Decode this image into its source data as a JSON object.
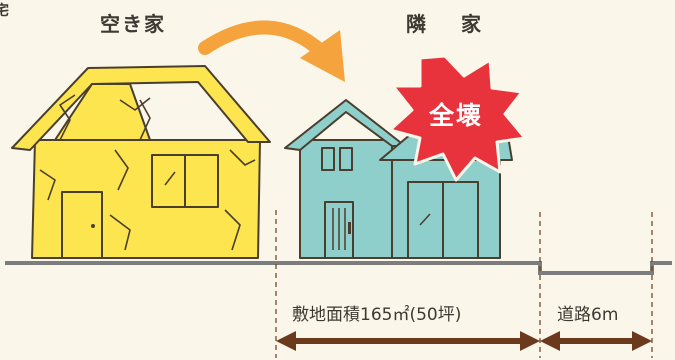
{
  "labels": {
    "corner": "宅",
    "vacant_house": "空き家",
    "neighbor_house": "隣 家",
    "collapse_badge": "全壊"
  },
  "dimensions": {
    "site_area": "敷地面積165㎡(50坪)",
    "road_width": "道路6m"
  },
  "colors": {
    "background": "#fbf6ea",
    "vacant_house": "#fde54f",
    "neighbor_house": "#8fcfcb",
    "arrow_orange": "#f4a33d",
    "badge_red": "#e8323c",
    "dimension_brown": "#6b3a1d",
    "ground": "#7d7d7d"
  },
  "icons": [
    "curved-arrow-icon",
    "collapse-burst-icon"
  ]
}
